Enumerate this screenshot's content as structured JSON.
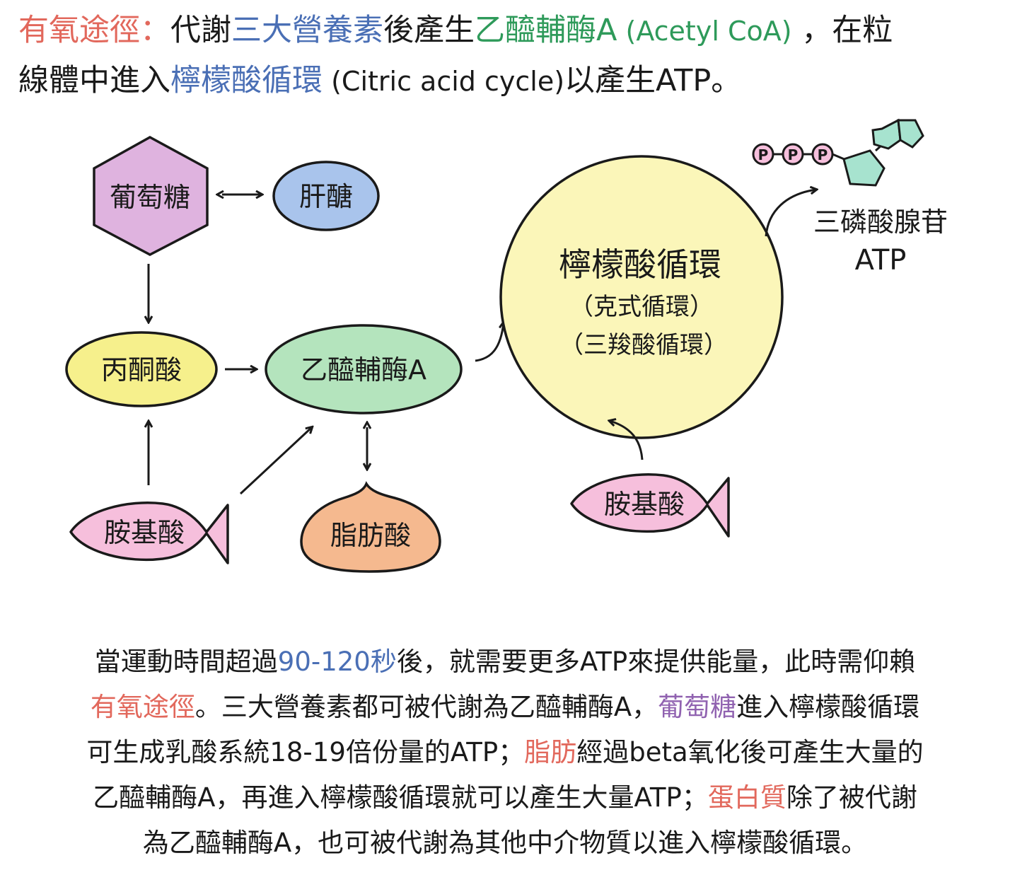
{
  "header": {
    "aerobic_label": "有氧途徑：",
    "text_1": "代謝",
    "three_nutrients": "三大營養素",
    "text_2": "後產生",
    "acetyl_coa": "乙醯輔酶A",
    "acetyl_coa_en": " (Acetyl CoA)",
    "text_3": " ，在粒",
    "text_4": "線體中進入",
    "citric_cycle": "檸檬酸循環",
    "citric_cycle_en": " (Citric acid cycle)",
    "text_5": "以產生ATP。"
  },
  "diagram": {
    "glucose": "葡萄糖",
    "glycogen": "肝醣",
    "pyruvate": "丙酮酸",
    "acetyl_coa": "乙醯輔酶A",
    "amino_acid_left": "胺基酸",
    "fatty_acid": "脂肪酸",
    "cycle_title": "檸檬酸循環",
    "cycle_alt1": "（克式循環）",
    "cycle_alt2": "（三羧酸循環）",
    "amino_acid_right": "胺基酸",
    "atp_name": "三磷酸腺苷",
    "atp": "ATP",
    "phosphate": "P"
  },
  "paragraph": {
    "l1_a": "當運動時間超過",
    "l1_time": "90-120秒",
    "l1_b": "後，就需要更多ATP來提供能量，此時需仰賴",
    "l2_aerobic": "有氧途徑",
    "l2_a": "。三大營養素都可被代謝為乙醯輔酶A，",
    "l2_glucose": "葡萄糖",
    "l2_b": "進入檸檬酸循環",
    "l3_a": "可生成乳酸系統18-19倍份量的ATP；",
    "l3_fat": "脂肪",
    "l3_b": "經過beta氧化後可產生大量的",
    "l4_a": "乙醯輔酶A，再進入檸檬酸循環就可以產生大量ATP；",
    "l4_protein": "蛋白質",
    "l4_b": "除了被代謝",
    "l5": "為乙醯輔酶A，也可被代謝為其他中介物質以進入檸檬酸循環。"
  },
  "colors": {
    "glucose_fill": "#dfb3df",
    "glycogen_fill": "#a9c4ec",
    "pyruvate_fill": "#f6f08c",
    "acetyl_fill": "#b4e4bd",
    "amino_fill": "#f6bfdc",
    "fatty_fill": "#f5b98f",
    "cycle_fill": "#fbf6b9",
    "atp_fill": "#a7e3cf",
    "highlight_red": "#e2685c",
    "highlight_blue": "#4a6fb5",
    "highlight_green": "#2e9a5a",
    "highlight_purple": "#9062b0"
  }
}
